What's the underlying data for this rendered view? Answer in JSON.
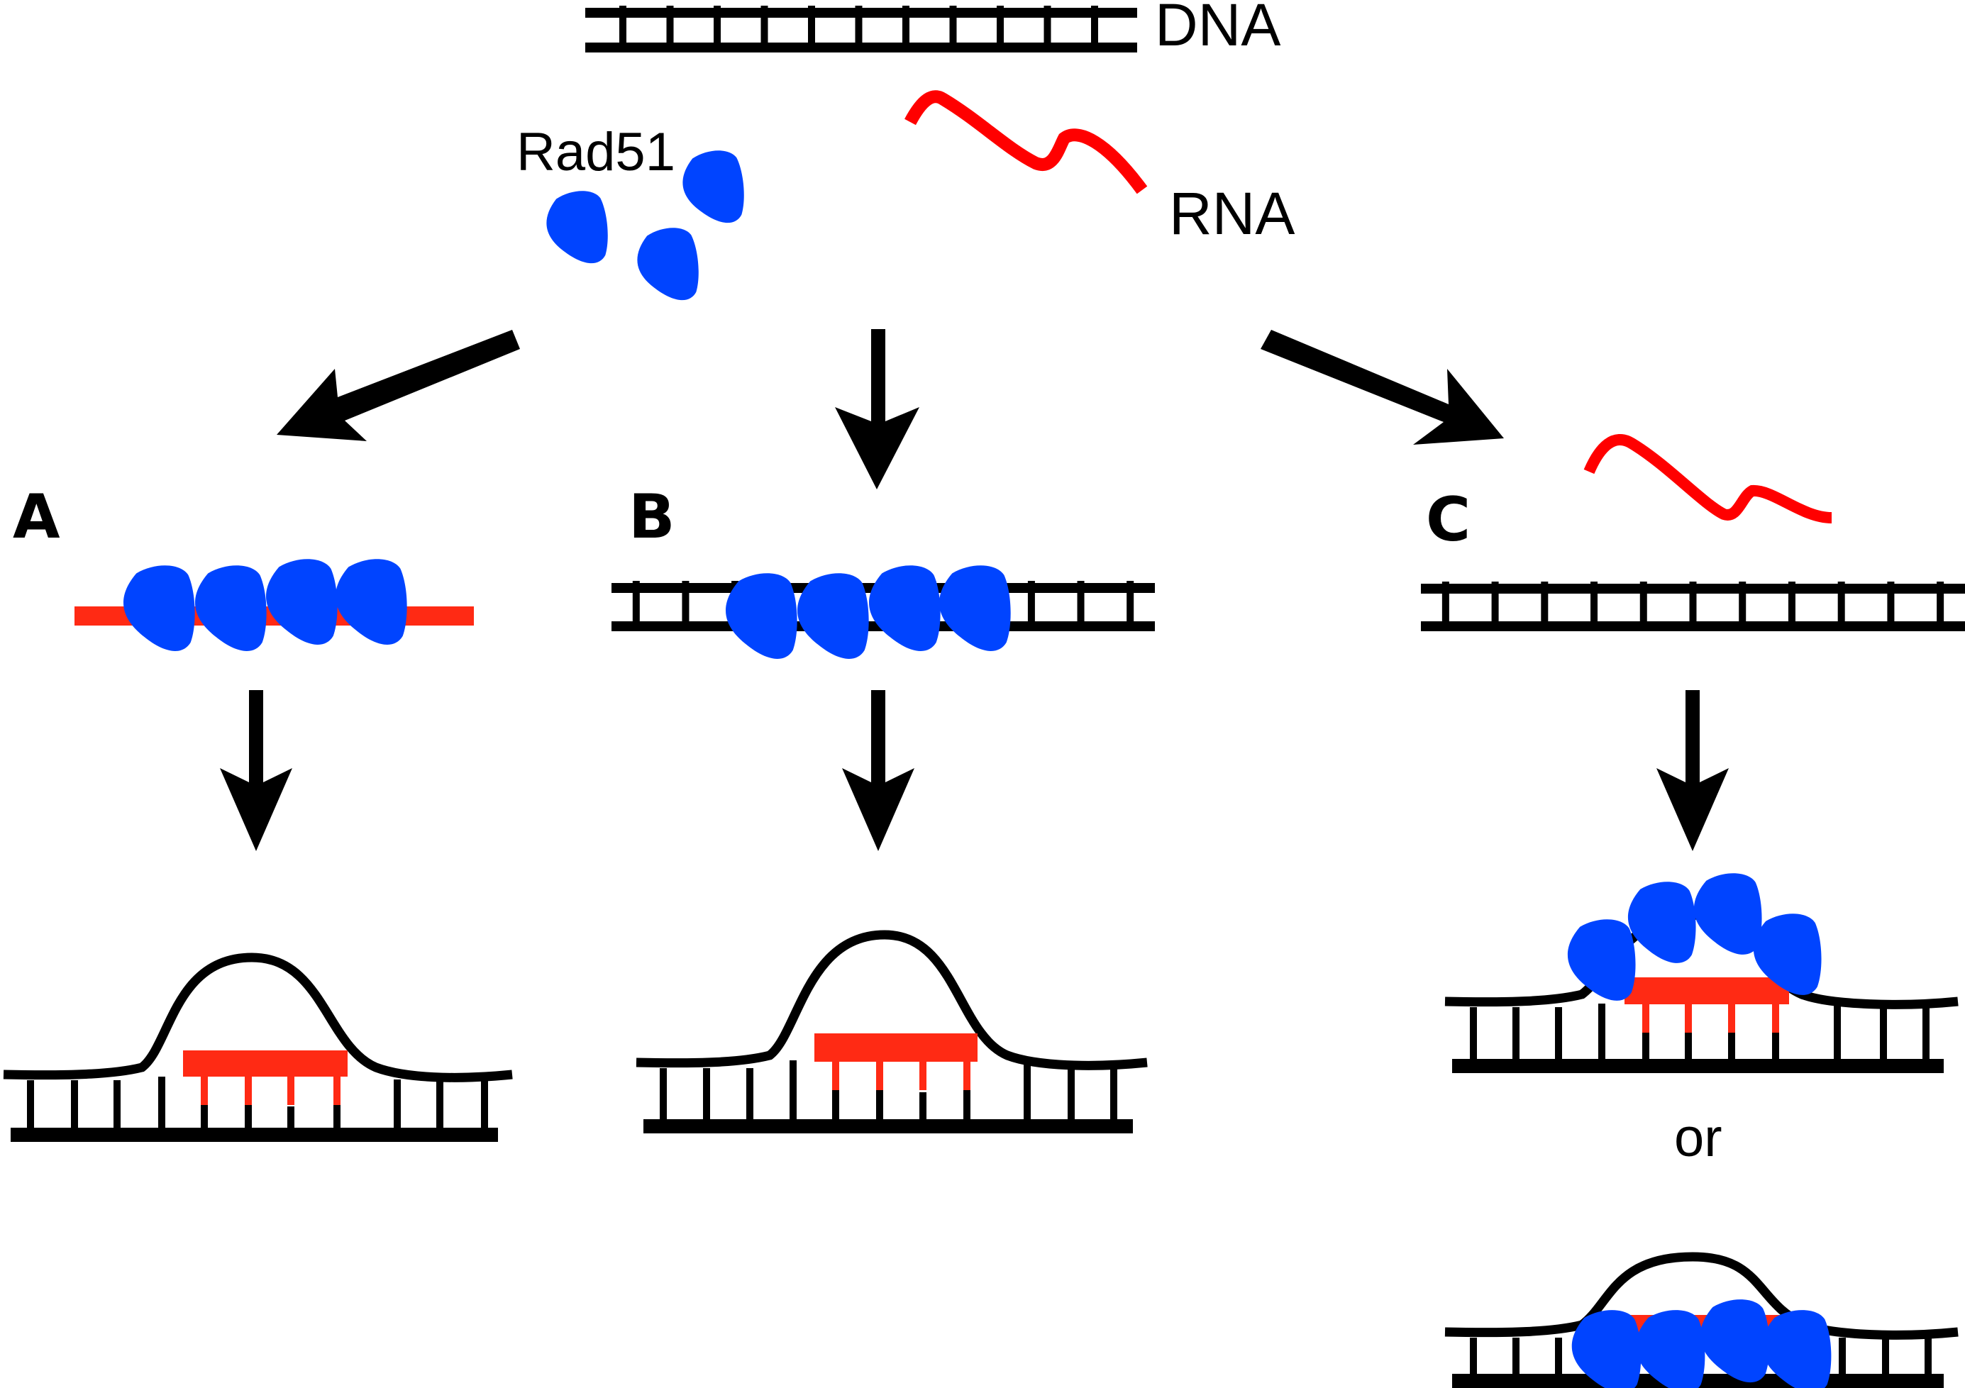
{
  "colors": {
    "dna": "#000000",
    "rna": "#ff0000",
    "rna_hybrid": "#ff2a14",
    "rad51": "#0044ff",
    "arrow": "#000000",
    "background": "#ffffff"
  },
  "legend": {
    "dna_label": "DNA",
    "rna_label": "RNA",
    "rad51_label": "Rad51"
  },
  "panels": [
    {
      "id": "A",
      "label": "A",
      "description": "Rad51 filament on RNA, then R-loop formation"
    },
    {
      "id": "B",
      "label": "B",
      "description": "Rad51 filament on dsDNA, then R-loop formation"
    },
    {
      "id": "C",
      "label": "C",
      "description": "Free RNA with dsDNA, then R-loop with Rad51 on displaced strand"
    }
  ],
  "alternative_label": "or"
}
